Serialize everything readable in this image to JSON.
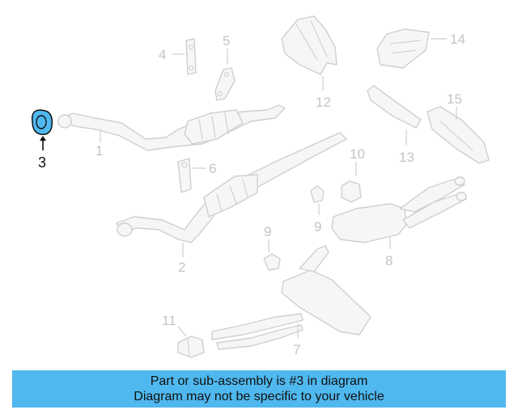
{
  "diagram": {
    "callouts": [
      "1",
      "2",
      "3",
      "4",
      "5",
      "6",
      "7",
      "8",
      "9",
      "9",
      "10",
      "11",
      "12",
      "13",
      "14",
      "15"
    ],
    "highlight_color": "#4fb8ef",
    "banner_color": "#4fb8ef",
    "part_color": "#cfcfcf"
  },
  "banner": {
    "line1": "Part or sub-assembly is #3 in diagram",
    "line2": "Diagram may not be specific to your vehicle"
  }
}
